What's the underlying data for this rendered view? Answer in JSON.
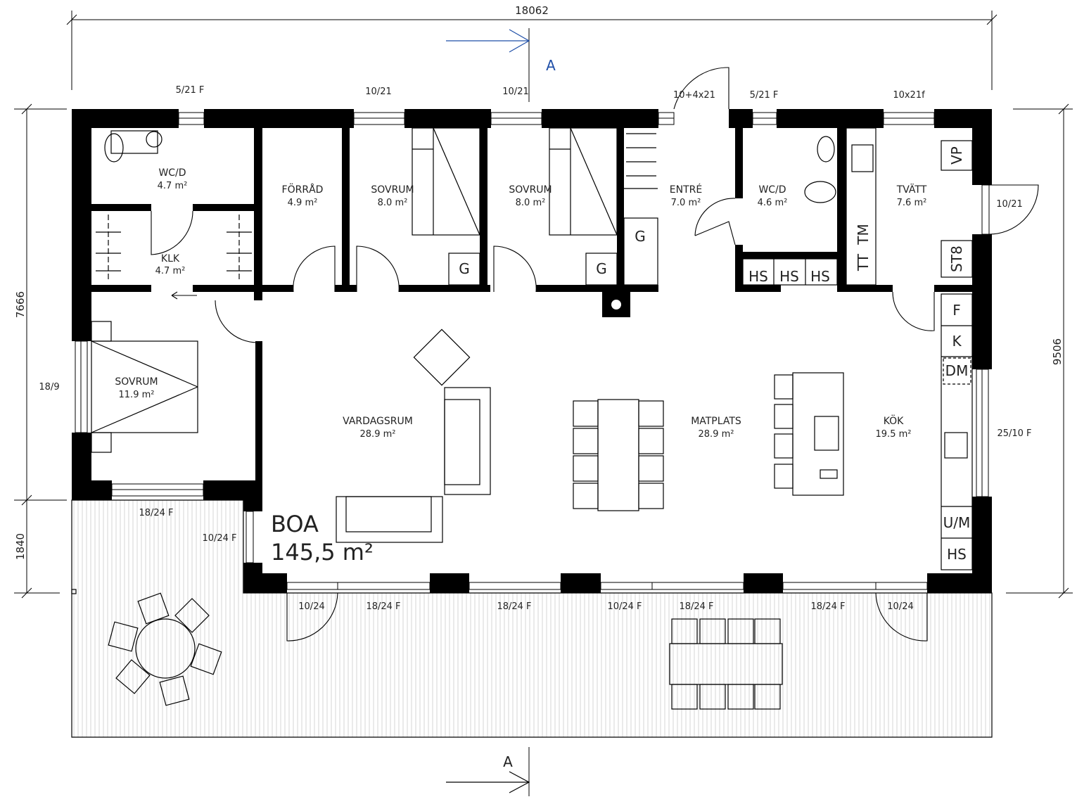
{
  "dimensions": {
    "total_width": "18062",
    "height_main": "7666",
    "height_deck": "1840",
    "height_total": "9506"
  },
  "section_marker": {
    "label": "A",
    "color": "#1f4fa8"
  },
  "total_area": {
    "label": "BOA",
    "value": "145,5 m²"
  },
  "rooms": [
    {
      "name": "WC/D",
      "area": "4.7 m²"
    },
    {
      "name": "FÖRRÅD",
      "area": "4.9 m²"
    },
    {
      "name": "SOVRUM",
      "area": "8.0 m²"
    },
    {
      "name": "SOVRUM",
      "area": "8.0 m²"
    },
    {
      "name": "ENTRÉ",
      "area": "7.0 m²"
    },
    {
      "name": "WC/D",
      "area": "4.6 m²"
    },
    {
      "name": "TVÄTT",
      "area": "7.6 m²"
    },
    {
      "name": "KLK",
      "area": "4.7 m²"
    },
    {
      "name": "SOVRUM",
      "area": "11.9 m²"
    },
    {
      "name": "VARDAGSRUM",
      "area": "28.9 m²"
    },
    {
      "name": "MATPLATS",
      "area": "28.9 m²"
    },
    {
      "name": "KÖK",
      "area": "19.5 m²"
    }
  ],
  "openings": [
    "5/21 F",
    "10/21",
    "10/21",
    "10+4x21",
    "5/21 F",
    "10x21f",
    "10/21",
    "18/9",
    "25/10 F",
    "18/24 F",
    "10/24 F",
    "10/24",
    "18/24 F",
    "18/24 F",
    "10/24 F",
    "18/24 F",
    "18/24 F",
    "10/24"
  ],
  "fixtures": {
    "g1": "G",
    "g2": "G",
    "g3": "G",
    "hs1": "HS",
    "hs2": "HS",
    "hs3": "HS",
    "hs4": "HS",
    "tt": "TT",
    "tm": "TM",
    "vp": "VP",
    "st8": "ST8",
    "f": "F",
    "k": "K",
    "dm": "DM",
    "um": "U/M"
  }
}
